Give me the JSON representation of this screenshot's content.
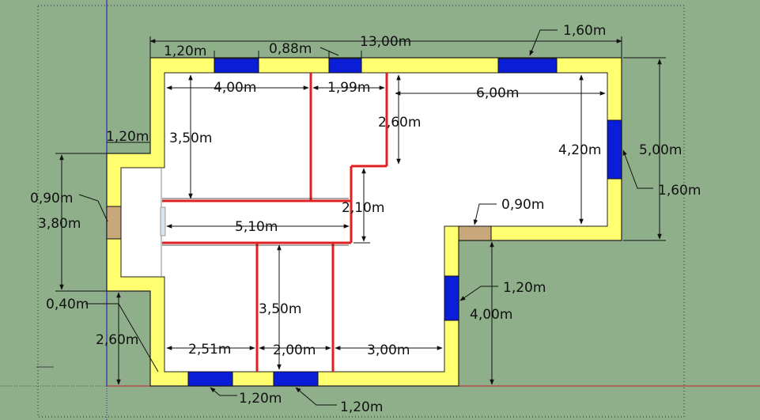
{
  "colors": {
    "background": "#8FAF8B",
    "wall": "#FFFF70",
    "window": "#0A1ED8",
    "door": "#C8A87A",
    "interior_wall": "#E02020",
    "floor": "#FFFFFF",
    "axis_blue": "#2A2AB0",
    "axis_red": "#C82020",
    "dim_line": "#111111"
  },
  "labels": {
    "overall_width": "13,00m",
    "win_top_left": "1,20m",
    "win_top_mid": "0,88m",
    "win_top_right": "1,60m",
    "room1_width": "4,00m",
    "room2_width": "1,99m",
    "room3_width": "6,00m",
    "room1_depth": "3,50m",
    "room2_depth": "2,60m",
    "room3_depth": "4,20m",
    "right_height": "5,00m",
    "right_window": "1,60m",
    "left_step": "1,20m",
    "left_door": "0,90m",
    "left_height": "3,80m",
    "corridor_width": "5,10m",
    "corridor_depth": "2,10m",
    "door_right": "0,90m",
    "win_right_lower": "1,20m",
    "wing_height": "4,00m",
    "bottom_left_offset": "0,40m",
    "bottom_left_height": "2,60m",
    "room4_depth": "3,50m",
    "room4_width": "2,51m",
    "room5_width": "2,00m",
    "room6_width": "3,00m",
    "win_bottom_1": "1,20m",
    "win_bottom_2": "1,20m"
  }
}
